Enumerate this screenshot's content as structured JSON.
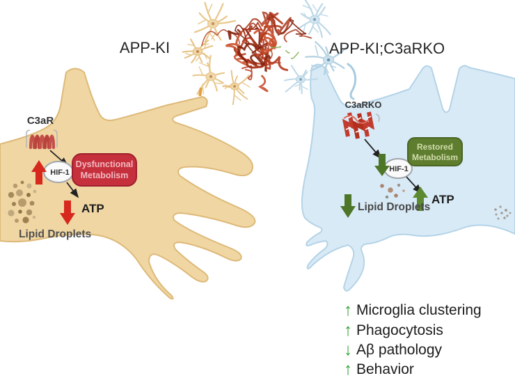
{
  "figure": {
    "left_title": "APP-KI",
    "right_title": "APP-KI;C3aRKO",
    "left_cell": {
      "receptor": "C3aR",
      "hif": "HIF-1",
      "metabolism_line1": "Dysfunctional",
      "metabolism_line2": "Metabolism",
      "atp": "ATP",
      "lipids": "Lipid Droplets"
    },
    "right_cell": {
      "receptor": "C3aRKO",
      "hif": "HIF-1",
      "metabolism_line1": "Restored",
      "metabolism_line2": "Metabolism",
      "atp": "ATP",
      "lipids": "Lipid Droplets"
    },
    "outcomes": [
      {
        "arrow": "↑",
        "direction": "up",
        "label": "Microglia clustering"
      },
      {
        "arrow": "↑",
        "direction": "up",
        "label": "Phagocytosis"
      },
      {
        "arrow": "↓",
        "direction": "down",
        "label": "Aβ pathology"
      },
      {
        "arrow": "↑",
        "direction": "up",
        "label": "Behavior"
      }
    ],
    "colors": {
      "left_cell_fill": "#F0D6A3",
      "left_cell_stroke": "#DDB978",
      "right_cell_fill": "#D8EAF6",
      "right_cell_stroke": "#B4D3E7",
      "dysfunctional_box": "#C5303C",
      "restored_box": "#5F7D2E",
      "red_arrow": "#D7281E",
      "dark_green_arrow": "#4E7628",
      "outcome_green": "#27A02C",
      "receptor_red": "#C4504A"
    }
  }
}
